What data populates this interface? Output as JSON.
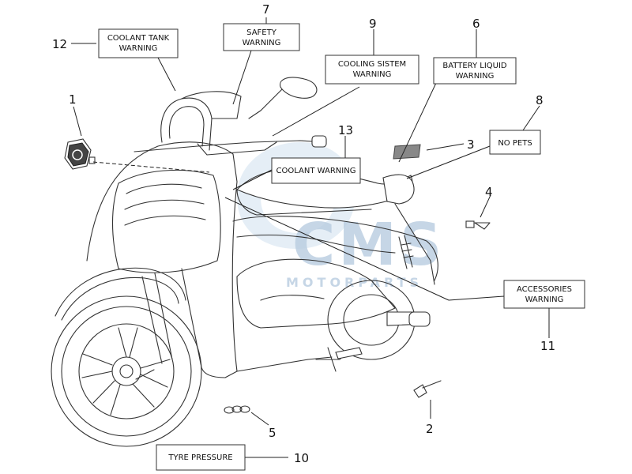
{
  "watermark": {
    "brand": "CMS",
    "subtitle": "MOTORPARTS"
  },
  "callouts": [
    {
      "id": "1",
      "label": ""
    },
    {
      "id": "2",
      "label": ""
    },
    {
      "id": "3",
      "label": ""
    },
    {
      "id": "4",
      "label": ""
    },
    {
      "id": "5",
      "label": ""
    },
    {
      "id": "6",
      "label": "BATTERY LIQUID\nWARNING"
    },
    {
      "id": "7",
      "label": "SAFETY\nWARNING"
    },
    {
      "id": "8",
      "label": "NO PETS"
    },
    {
      "id": "9",
      "label": "COOLING SISTEM\nWARNING"
    },
    {
      "id": "10",
      "label": "TYRE PRESSURE"
    },
    {
      "id": "11",
      "label": "ACCESSORIES\nWARNING"
    },
    {
      "id": "12",
      "label": "COOLANT TANK\nWARNING"
    },
    {
      "id": "13",
      "label": "COOLANT WARNING"
    }
  ],
  "labels": {
    "n1": "1",
    "n2": "2",
    "n3": "3",
    "n4": "4",
    "n5": "5",
    "n6": "6",
    "n7": "7",
    "n8": "8",
    "n9": "9",
    "n10": "10",
    "n11": "11",
    "n12": "12",
    "n13": "13",
    "coolant_tank_1": "COOLANT TANK",
    "coolant_tank_2": "WARNING",
    "safety_1": "SAFETY",
    "safety_2": "WARNING",
    "cooling_1": "COOLING SISTEM",
    "cooling_2": "WARNING",
    "battery_1": "BATTERY LIQUID",
    "battery_2": "WARNING",
    "no_pets": "NO PETS",
    "coolant_warning": "COOLANT WARNING",
    "accessories_1": "ACCESSORIES",
    "accessories_2": "WARNING",
    "tyre_pressure": "TYRE PRESSURE"
  }
}
